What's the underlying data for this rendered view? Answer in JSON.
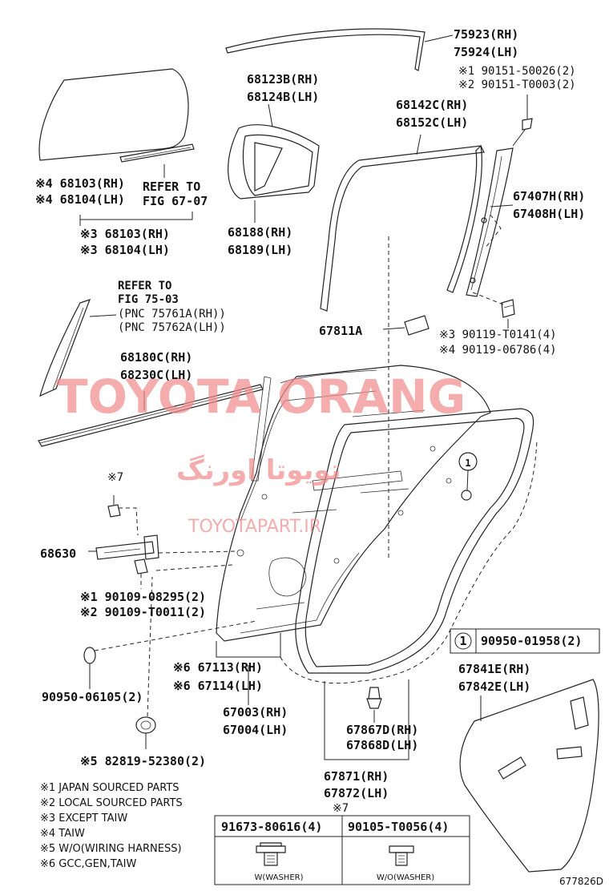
{
  "labels": {
    "p75923": "75923(RH)",
    "p75924": "75924(LH)",
    "n1_90151": "※1 90151-50026(2)",
    "n2_90151": "※2 90151-T0003(2)",
    "p68123b": "68123B(RH)",
    "p68124b": "68124B(LH)",
    "p68142c": "68142C(RH)",
    "p68152c": "68152C(LH)",
    "n4_68103": "※4 68103(RH)",
    "n4_68104": "※4 68104(LH)",
    "refer_to_1": "REFER TO",
    "fig_67_07": "FIG 67-07",
    "p67407h": "67407H(RH)",
    "p67408h": "67408H(LH)",
    "n3_68103": "※3 68103(RH)",
    "n3_68104": "※3 68104(LH)",
    "p68188": "68188(RH)",
    "p68189": "68189(LH)",
    "refer_to_2": "REFER TO",
    "fig_75_03": "FIG 75-03",
    "pnc_75761a": "(PNC 75761A(RH))",
    "pnc_75762a": "(PNC 75762A(LH))",
    "p67811a": "67811A",
    "n3_90119": "※3 90119-T0141(4)",
    "n4_90119": "※4 90119-06786(4)",
    "p68180c": "68180C(RH)",
    "p68230c": "68230C(LH)",
    "n7_a": "※7",
    "p68630": "68630",
    "n1_90109": "※1 90109-08295(2)",
    "n2_90109": "※2 90109-T0011(2)",
    "callout_1": "1",
    "legend_1_part": "90950-01958(2)",
    "p67841e": "67841E(RH)",
    "p67842e": "67842E(LH)",
    "n6_67113": "※6 67113(RH)",
    "n6_67114": "※6 67114(LH)",
    "p90950_06105": "90950-06105(2)",
    "p67003": "67003(RH)",
    "p67004": "67004(LH)",
    "p67867d": "67867D(RH)",
    "p67868d": "67868D(LH)",
    "n5_82819": "※5 82819-52380(2)",
    "p67871": "67871(RH)",
    "p67872": "67872(LH)",
    "n7_b": "※7",
    "table_part_a": "91673-80616(4)",
    "table_part_b": "90105-T0056(4)",
    "table_sub_a": "W(WASHER)",
    "table_sub_b": "W/O(WASHER)",
    "fig_code": "677826D"
  },
  "footnotes": [
    "※1 JAPAN SOURCED PARTS",
    "※2 LOCAL SOURCED PARTS",
    "※3 EXCEPT TAIW",
    "※4 TAIW",
    "※5 W/O(WIRING HARNESS)",
    "※6 GCC,GEN,TAIW"
  ],
  "watermark": {
    "main": "TOYOTA ORANG",
    "persian": "تویوتا اورنگ",
    "site": "TOYOTAPART.IR"
  },
  "colors": {
    "watermark": "#f08a8a",
    "line": "#222222"
  }
}
